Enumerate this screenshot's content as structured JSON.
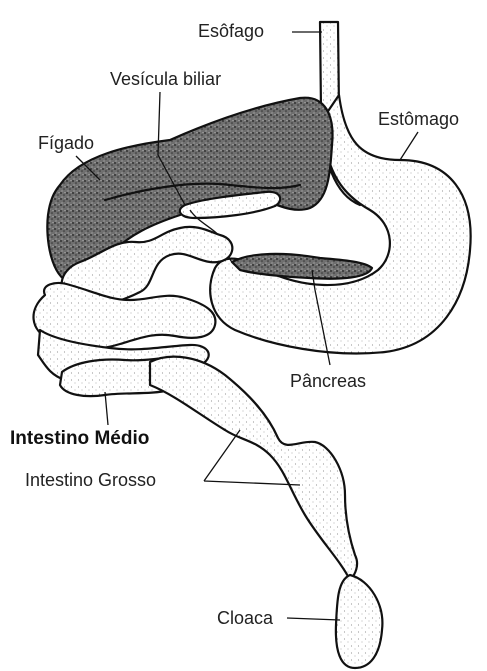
{
  "labels": {
    "esofago": "Esôfago",
    "vesicula": "Vesícula biliar",
    "figado": "Fígado",
    "estomago": "Estômago",
    "pancreas": "Pâncreas",
    "intestino_medio": "Intestino Médio",
    "intestino_grosso": "Intestino Grosso",
    "cloaca": "Cloaca"
  },
  "colors": {
    "ink": "#111111",
    "text": "#222222",
    "background": "#ffffff"
  }
}
